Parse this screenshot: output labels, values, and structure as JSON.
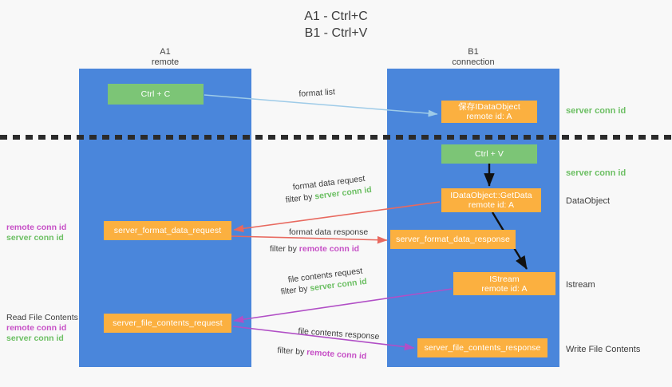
{
  "title": "A1 - Ctrl+C\nB1 - Ctrl+V",
  "columns": [
    {
      "name": "A1",
      "role": "remote",
      "label": "A1\nremote"
    },
    {
      "name": "B1",
      "role": "connection",
      "label": "B1\nconnection"
    }
  ],
  "nodes": [
    {
      "id": "ctrl-c",
      "label": "Ctrl + C",
      "color": "#7cc576",
      "column": "A1"
    },
    {
      "id": "save-idataobject",
      "label": "保存IDataObject\nremote id: A",
      "color": "#fbb040",
      "column": "B1"
    },
    {
      "id": "ctrl-v",
      "label": "Ctrl + V",
      "color": "#7cc576",
      "column": "B1"
    },
    {
      "id": "idataobject-getdata",
      "label": "IDataObject::GetData\nremote id: A",
      "color": "#fbb040",
      "column": "B1"
    },
    {
      "id": "server-format-data-request",
      "label": "server_format_data_request",
      "color": "#fbb040",
      "column": "A1"
    },
    {
      "id": "server-format-data-response",
      "label": "server_format_data_response",
      "color": "#fbb040",
      "column": "B1"
    },
    {
      "id": "istream",
      "label": "IStream\nremote id: A",
      "color": "#fbb040",
      "column": "B1"
    },
    {
      "id": "server-file-contents-request",
      "label": "server_file_contents_request",
      "color": "#fbb040",
      "column": "A1"
    },
    {
      "id": "server-file-contents-response",
      "label": "server_file_contents_response",
      "color": "#fbb040",
      "column": "B1"
    }
  ],
  "side_annotations": [
    {
      "id": "server-conn-id-top",
      "text": "server conn id",
      "color": "#6cbf63"
    },
    {
      "id": "server-conn-id-second",
      "text": "server conn id",
      "color": "#6cbf63"
    },
    {
      "id": "dataobject",
      "text": "DataObject",
      "color": "#3c3c3c"
    },
    {
      "id": "istream",
      "text": "Istream",
      "color": "#3c3c3c"
    },
    {
      "id": "write-file-contents",
      "text": "Write File Contents",
      "color": "#3c3c3c"
    }
  ],
  "left_annotations": {
    "format": {
      "remote": "remote conn id",
      "server": "server conn id"
    },
    "file": {
      "heading": "Read File Contents",
      "remote": "remote conn id",
      "server": "server conn id"
    }
  },
  "edges": [
    {
      "id": "format-list",
      "label": "format list",
      "color": "#9ecbe8",
      "direction": "A1-to-B1"
    },
    {
      "id": "format-data-request",
      "label": "format data request",
      "filter_prefix": "filter by ",
      "filter_key": "server conn id",
      "filter_color": "#6cbf63",
      "color": "#e8695f",
      "direction": "B1-to-A1"
    },
    {
      "id": "format-data-response",
      "label": "format data response",
      "filter_prefix": "filter by ",
      "filter_key": "remote conn id",
      "filter_color": "#c64fc6",
      "color": "#e8695f",
      "direction": "A1-to-B1"
    },
    {
      "id": "file-contents-request",
      "label": "file contents request",
      "filter_prefix": "filter by ",
      "filter_key": "server conn id",
      "filter_color": "#6cbf63",
      "color": "#b14fc6",
      "direction": "B1-to-A1"
    },
    {
      "id": "file-contents-response",
      "label": "file contents response",
      "filter_prefix": "filter by ",
      "filter_key": "remote conn id",
      "filter_color": "#c64fc6",
      "color": "#b14fc6",
      "direction": "A1-to-B1"
    }
  ],
  "colors": {
    "column": "#4a86db",
    "green_node": "#7cc576",
    "orange_node": "#fbb040",
    "background": "#f8f8f8",
    "separator": "#2b2b2b",
    "red_arrow": "#e8695f",
    "purple_arrow": "#b14fc6",
    "blue_arrow": "#9ecbe8",
    "black_arrow": "#111111"
  }
}
